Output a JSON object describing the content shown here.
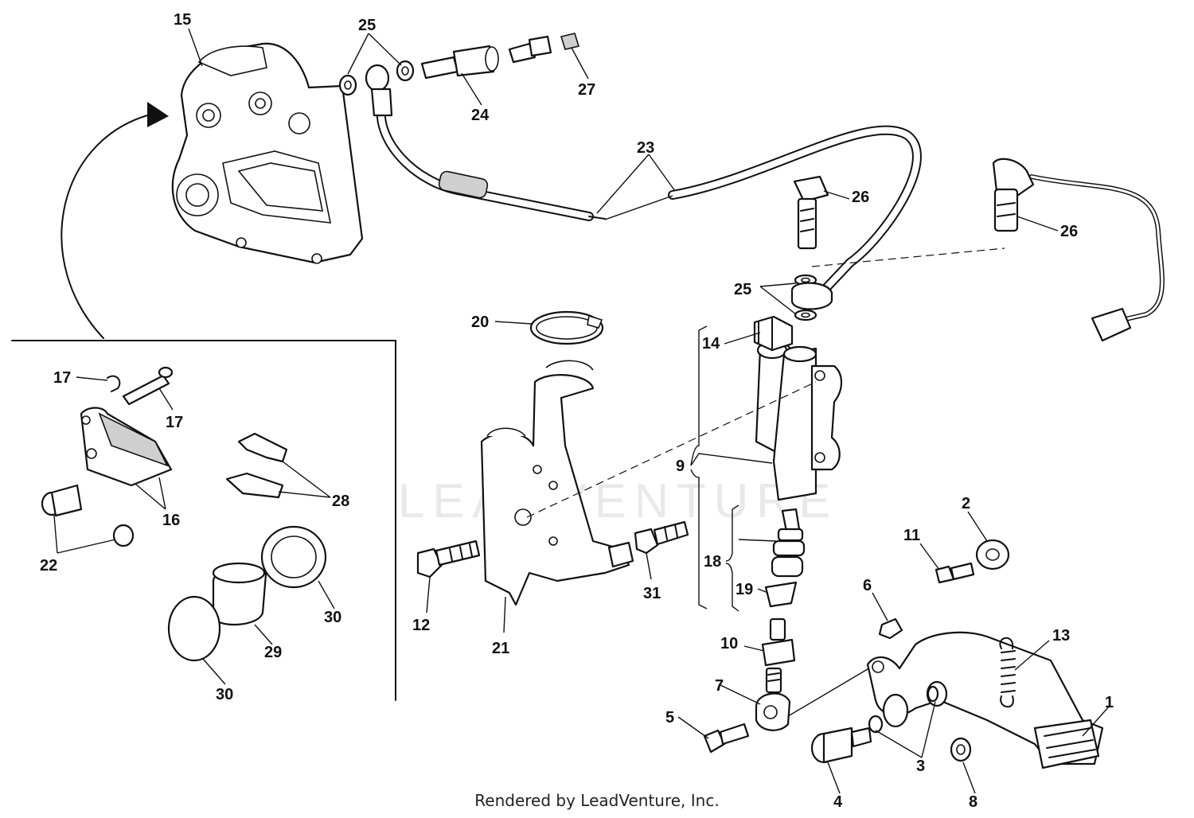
{
  "watermark": "LEADVENTURE",
  "credit": "Rendered by LeadVenture, Inc.",
  "colors": {
    "ink": "#111111",
    "paper": "#ffffff",
    "watermark": "#e9e9e9"
  },
  "callouts": {
    "c1": "1",
    "c2": "2",
    "c3": "3",
    "c4": "4",
    "c5": "5",
    "c6": "6",
    "c7": "7",
    "c8": "8",
    "c9": "9",
    "c10": "10",
    "c11": "11",
    "c12": "12",
    "c13": "13",
    "c14": "14",
    "c15": "15",
    "c16": "16",
    "c17a": "17",
    "c17b": "17",
    "c18": "18",
    "c19": "19",
    "c20": "20",
    "c21": "21",
    "c22": "22",
    "c23": "23",
    "c24": "24",
    "c25a": "25",
    "c25b": "25",
    "c26a": "26",
    "c26b": "26",
    "c27": "27",
    "c28": "28",
    "c29": "29",
    "c30a": "30",
    "c30b": "30",
    "c31": "31"
  }
}
